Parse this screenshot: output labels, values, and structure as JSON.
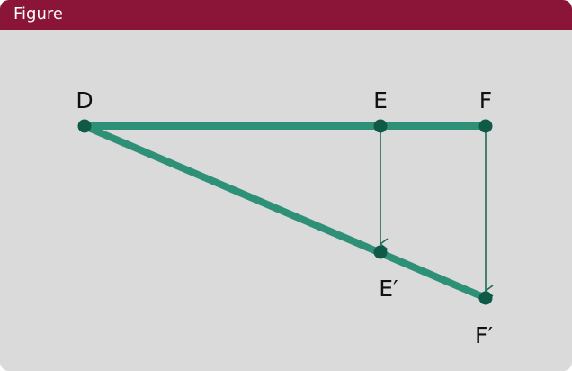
{
  "header": {
    "title": "Figure"
  },
  "diagram": {
    "points": {
      "D": "D",
      "E": "E",
      "F": "F",
      "E_prime": "E′",
      "F_prime": "F′"
    },
    "colors": {
      "segment": "#2e9077",
      "point": "#0f5a46",
      "arrow": "#1e6b57",
      "header": "#8b1538",
      "background": "#dadada"
    }
  }
}
